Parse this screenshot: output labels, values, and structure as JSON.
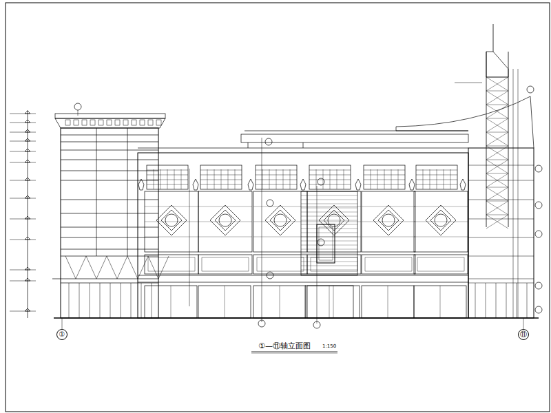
{
  "diagram": {
    "caption": "①—⑪轴立面图",
    "nodes": [
      {
        "text": [
          "①"
        ]
      },
      {
        "text": [
          "⑪"
        ]
      }
    ],
    "labels": [
      "1:150"
    ]
  }
}
